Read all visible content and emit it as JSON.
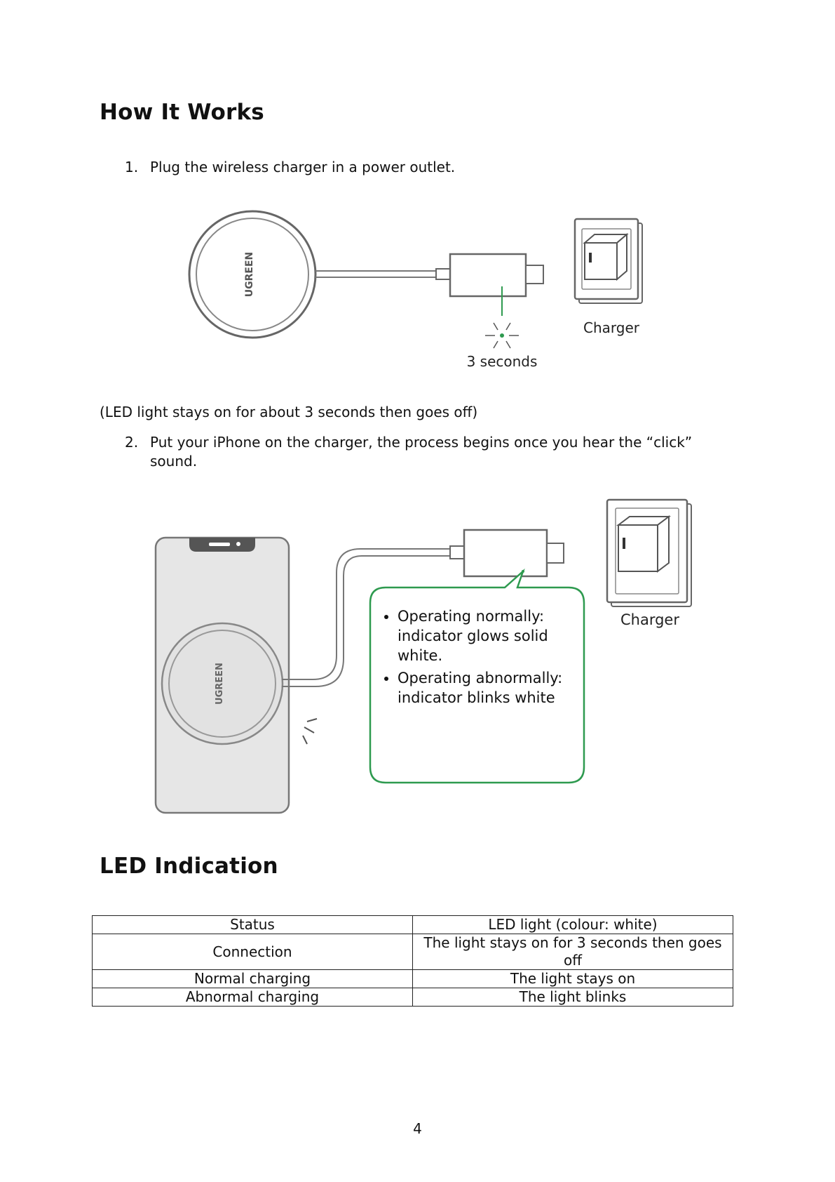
{
  "section1": {
    "title": "How It Works",
    "step1": {
      "number": "1.",
      "text": "Plug the wireless charger in a power outlet."
    },
    "figure1": {
      "brand": "UGREEN",
      "charger_label": "Charger",
      "timer_label": "3 seconds"
    },
    "note": "(LED light stays on for about 3 seconds then goes off)",
    "step2": {
      "number": "2.",
      "text": "Put your iPhone on the charger, the process begins once you hear the “click” sound."
    },
    "figure2": {
      "brand": "UGREEN",
      "charger_label": "Charger",
      "callout_items": [
        "Operating normally: indicator glows solid white.",
        "Operating abnormally: indicator blinks white"
      ]
    }
  },
  "section2": {
    "title": "LED Indication",
    "table": {
      "headers": [
        "Status",
        "LED light (colour: white)"
      ],
      "rows": [
        [
          "Connection",
          "The light stays on for 3 seconds then goes off"
        ],
        [
          "Normal charging",
          "The light stays on"
        ],
        [
          "Abnormal charging",
          "The light blinks"
        ]
      ]
    }
  },
  "page_number": "4",
  "colors": {
    "led_green": "#2e9a4f",
    "device_fill": "#e6e6e6",
    "line": "#555555"
  }
}
